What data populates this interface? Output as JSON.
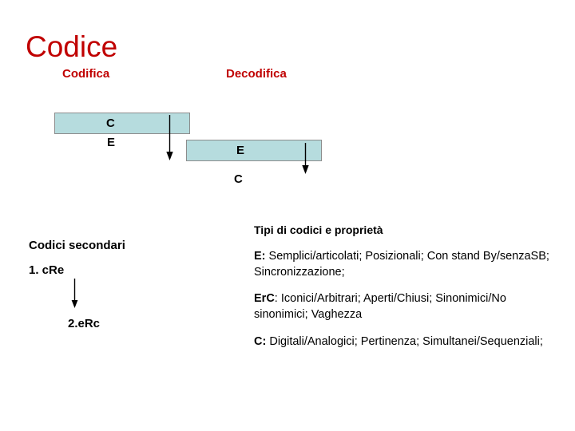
{
  "slide": {
    "title": "Codice",
    "background_color": "#FFFFFF",
    "accent_color": "#C00000",
    "box_fill_color": "#B6DCDE",
    "box_border_color": "#8C8C8C"
  },
  "sublabels": {
    "encode": "Codifica",
    "decode": "Decodifica"
  },
  "diagram": {
    "box_encode_letter": "C",
    "box_encode_output": "E",
    "box_decode_letter": "E",
    "box_decode_output": "C"
  },
  "secondary": {
    "heading": "Codici secondari",
    "item_1": "1. cRe",
    "item_2": "2.eRc"
  },
  "properties": {
    "heading": "Tipi di codici e proprietà",
    "items": [
      {
        "key": "E:",
        "text": " Semplici/articolati; Posizionali; Con stand By/senzaSB; Sincronizzazione;"
      },
      {
        "key": "ErC",
        "text": ": Iconici/Arbitrari; Aperti/Chiusi; Sinonimici/No sinonimici; Vaghezza"
      },
      {
        "key": "C:",
        "text": " Digitali/Analogici; Pertinenza; Simultanei/Sequenziali;"
      }
    ]
  }
}
